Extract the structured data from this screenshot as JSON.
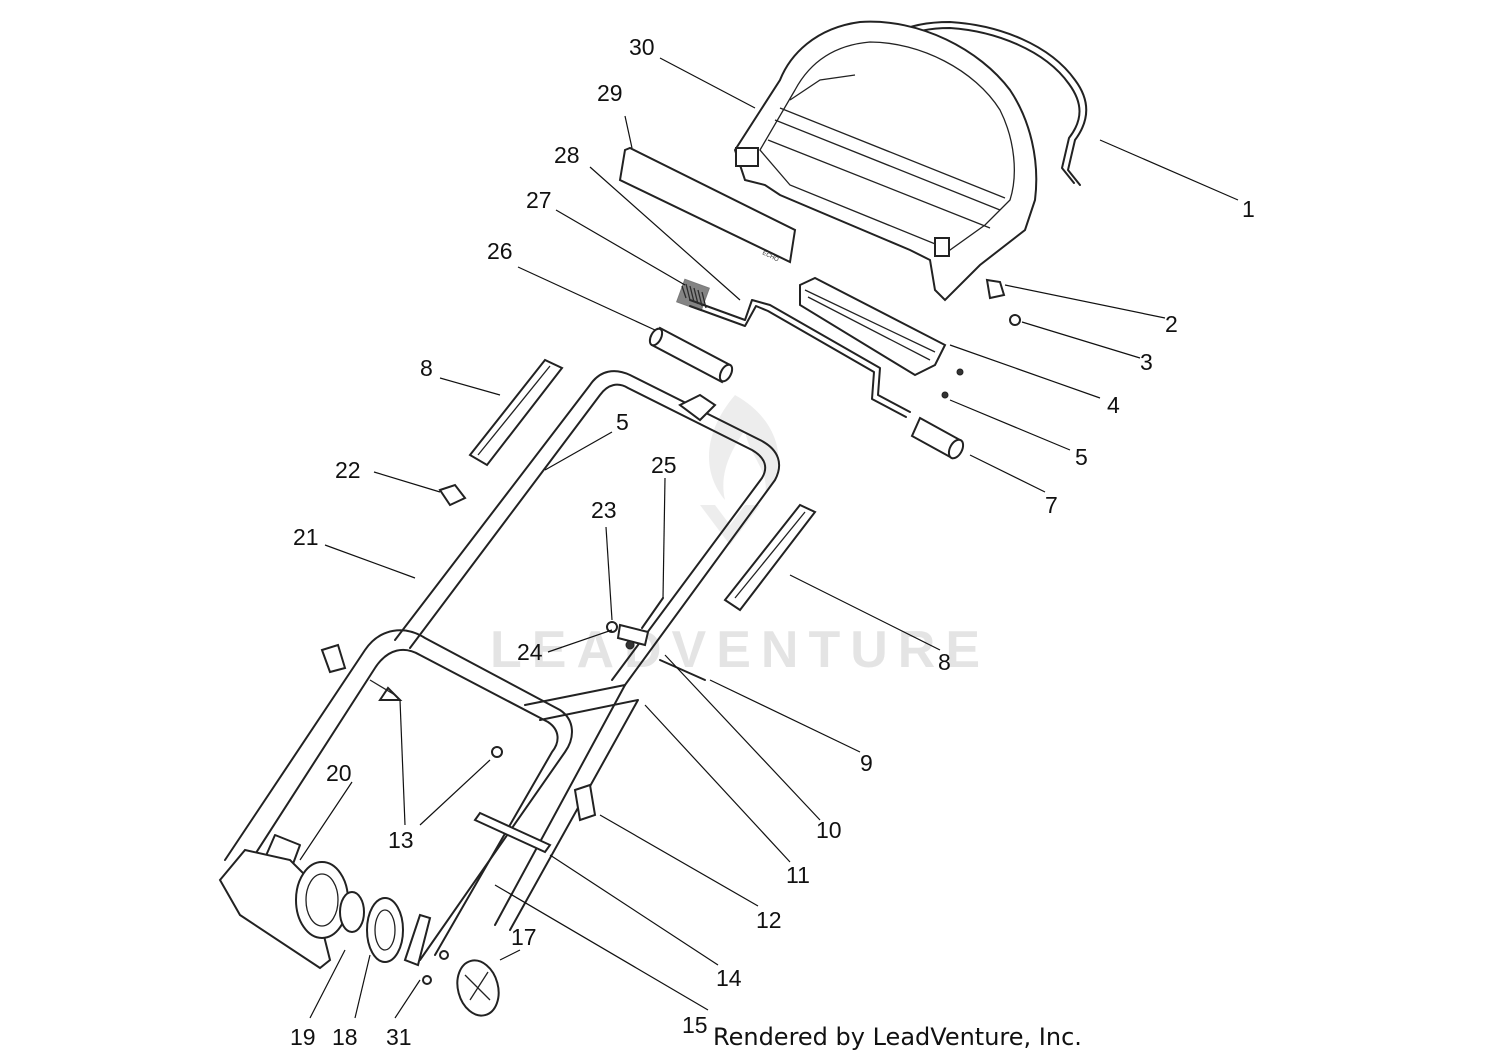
{
  "diagram": {
    "callouts": [
      {
        "id": "c1",
        "label": "1"
      },
      {
        "id": "c2",
        "label": "2"
      },
      {
        "id": "c3",
        "label": "3"
      },
      {
        "id": "c4",
        "label": "4"
      },
      {
        "id": "c5a",
        "label": "5"
      },
      {
        "id": "c5b",
        "label": "5"
      },
      {
        "id": "c7",
        "label": "7"
      },
      {
        "id": "c8a",
        "label": "8"
      },
      {
        "id": "c8b",
        "label": "8"
      },
      {
        "id": "c9",
        "label": "9"
      },
      {
        "id": "c10",
        "label": "10"
      },
      {
        "id": "c11",
        "label": "11"
      },
      {
        "id": "c12",
        "label": "12"
      },
      {
        "id": "c13",
        "label": "13"
      },
      {
        "id": "c14",
        "label": "14"
      },
      {
        "id": "c15",
        "label": "15"
      },
      {
        "id": "c17",
        "label": "17"
      },
      {
        "id": "c18",
        "label": "18"
      },
      {
        "id": "c19",
        "label": "19"
      },
      {
        "id": "c20",
        "label": "20"
      },
      {
        "id": "c21",
        "label": "21"
      },
      {
        "id": "c22",
        "label": "22"
      },
      {
        "id": "c23",
        "label": "23"
      },
      {
        "id": "c24",
        "label": "24"
      },
      {
        "id": "c25",
        "label": "25"
      },
      {
        "id": "c26",
        "label": "26"
      },
      {
        "id": "c27",
        "label": "27"
      },
      {
        "id": "c28",
        "label": "28"
      },
      {
        "id": "c29",
        "label": "29"
      },
      {
        "id": "c30",
        "label": "30"
      }
    ]
  },
  "watermark": "LEADVENTURE",
  "credit": "Rendered by LeadVenture, Inc."
}
